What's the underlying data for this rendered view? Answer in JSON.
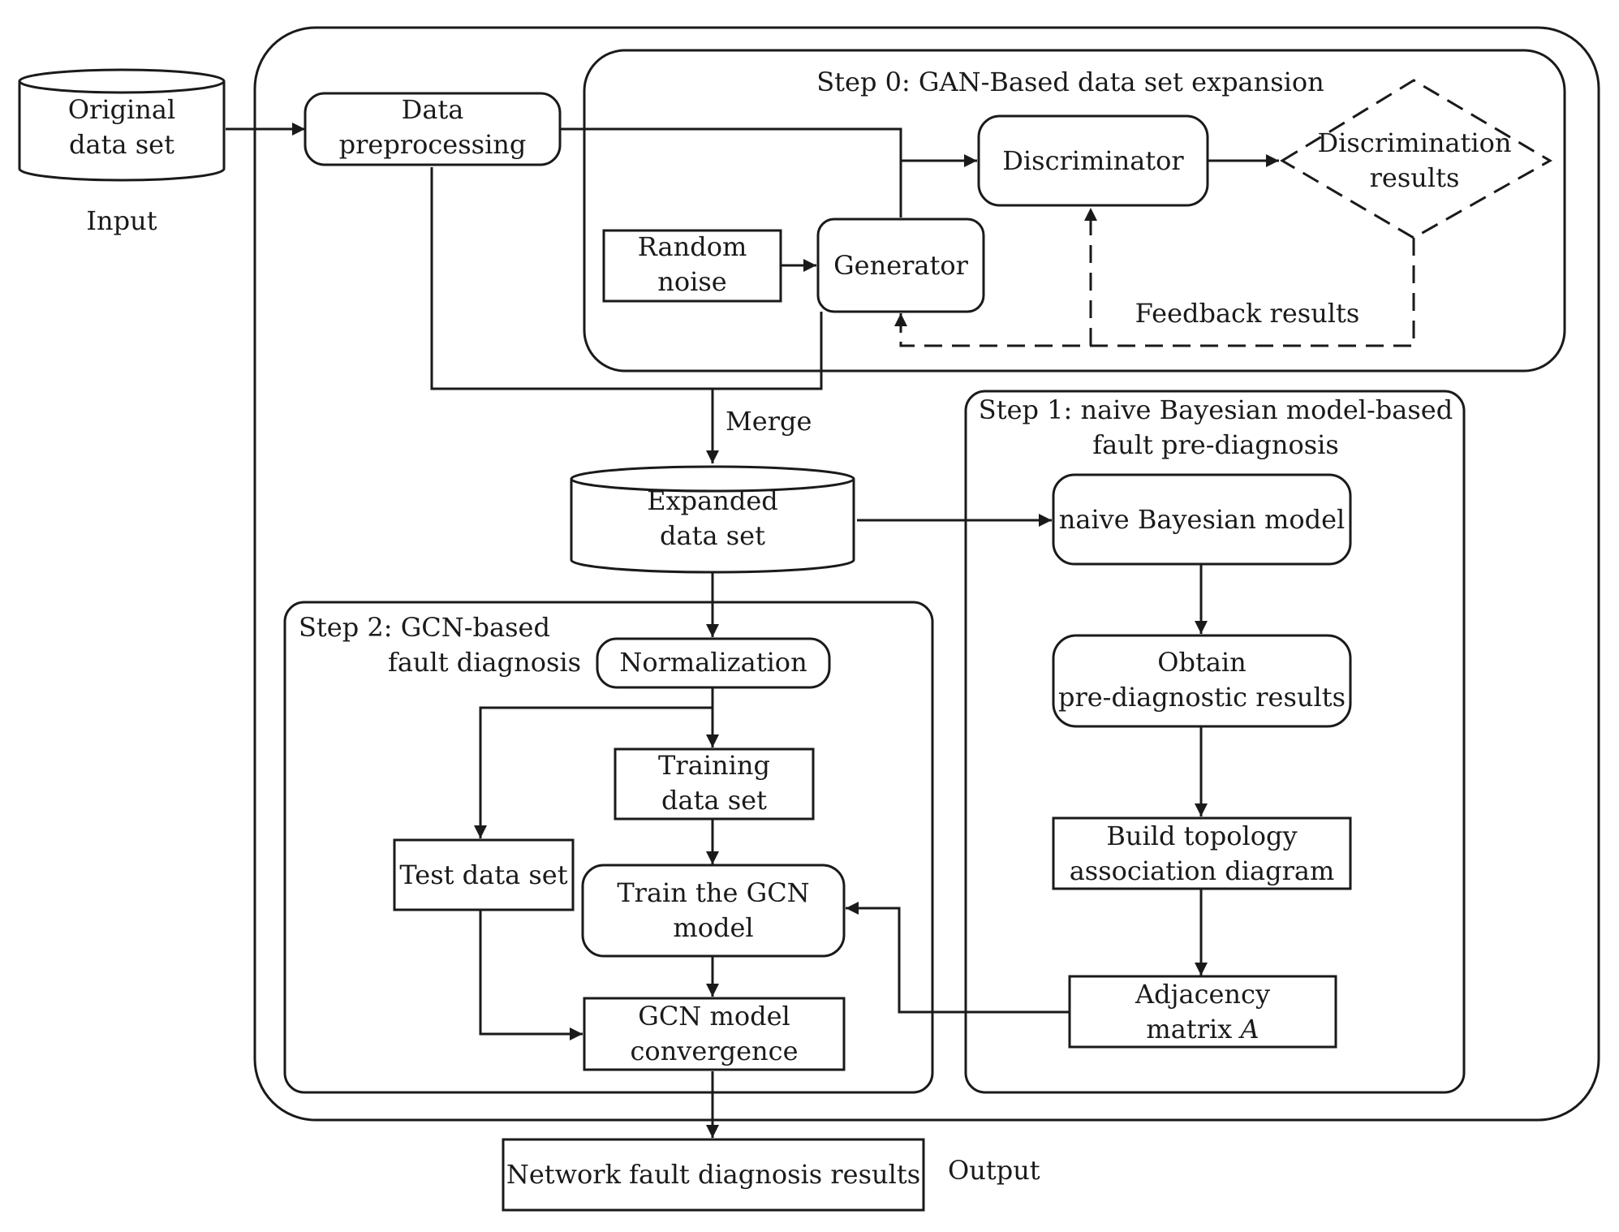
{
  "labels": {
    "original_data_set": [
      "Original",
      "data set"
    ],
    "input": "Input",
    "data_preprocessing": [
      "Data",
      "preprocessing"
    ],
    "step0_title": "Step 0: GAN-Based data set expansion",
    "discriminator": "Discriminator",
    "discrimination_results": [
      "Discrimination",
      "results"
    ],
    "random_noise": [
      "Random",
      "noise"
    ],
    "generator": "Generator",
    "feedback_results": "Feedback results",
    "merge": "Merge",
    "step1_title": [
      "Step 1: naive Bayesian model-based",
      "fault pre-diagnosis"
    ],
    "expanded_data_set": [
      "Expanded",
      "data set"
    ],
    "naive_bayesian_model": "naive Bayesian model",
    "step2_title": [
      "Step 2: GCN-based",
      "fault diagnosis"
    ],
    "normalization": "Normalization",
    "obtain_prediagnostic": [
      "Obtain",
      "pre-diagnostic results"
    ],
    "training_data_set": [
      "Training",
      "data set"
    ],
    "test_data_set": "Test data set",
    "build_topology": [
      "Build topology",
      "association diagram"
    ],
    "train_gcn": [
      "Train the GCN",
      "model"
    ],
    "adjacency_matrix": [
      "Adjacency",
      "matrix "
    ],
    "adjacency_symbol": "A",
    "gcn_convergence": [
      "GCN model",
      "convergence"
    ],
    "network_results": "Network fault diagnosis results",
    "output": "Output"
  }
}
